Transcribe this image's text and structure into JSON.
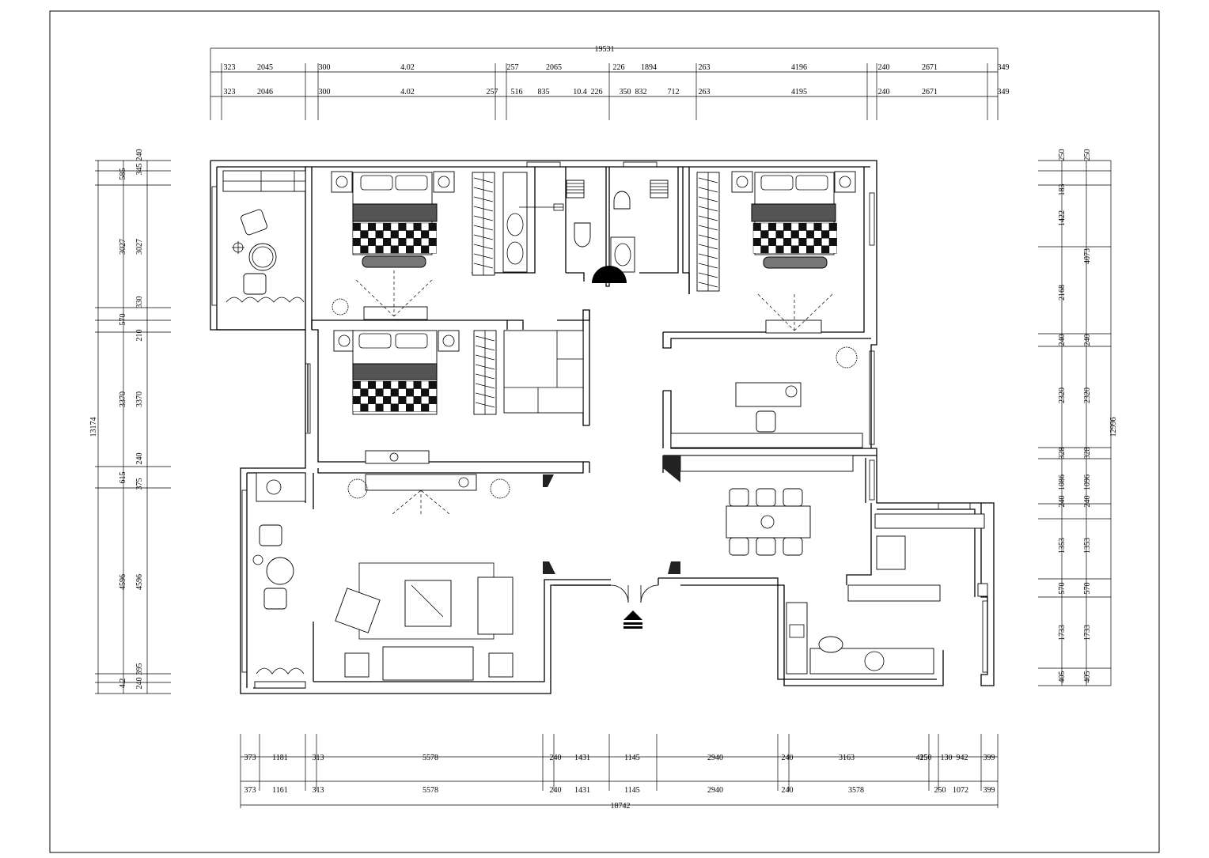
{
  "drawing": {
    "top_total": "19531",
    "top_row1": [
      "323",
      "2045",
      "300",
      "4.02",
      "257",
      "2065",
      "226",
      "1894",
      "263",
      "4196",
      "240",
      "2671",
      "349"
    ],
    "top_row2": [
      "323",
      "2046",
      "300",
      "4.02",
      "257",
      "516",
      "835",
      "10.4",
      "226",
      "350",
      "832",
      "712",
      "263",
      "4195",
      "240",
      "2671",
      "349"
    ],
    "bottom_total": "18742",
    "bottom_row1": [
      "373",
      "1181",
      "313",
      "5578",
      "240",
      "1431",
      "1145",
      "2940",
      "240",
      "3163",
      "250",
      "415",
      "130",
      "942",
      "399"
    ],
    "bottom_row2": [
      "373",
      "1161",
      "313",
      "5578",
      "240",
      "1431",
      "1145",
      "2940",
      "240",
      "3578",
      "250",
      "1072",
      "399"
    ],
    "left_total": "13174",
    "left_col1": [
      "585",
      "3027",
      "570",
      "3370",
      "615",
      "4596",
      "4.2"
    ],
    "left_col2": [
      "240",
      "345",
      "3027",
      "330",
      "210",
      "3370",
      "240",
      "375",
      "4596",
      "395",
      "240"
    ],
    "right_total": "12996",
    "right_col1": [
      "250",
      "183",
      "1422",
      "2168",
      "240",
      "2320",
      "328",
      "1086",
      "240",
      "1353",
      "570",
      "1733",
      "405"
    ],
    "right_col2": [
      "250",
      "4073",
      "240",
      "2320",
      "328",
      "1096",
      "240",
      "1353",
      "570",
      "1733",
      "405"
    ]
  }
}
